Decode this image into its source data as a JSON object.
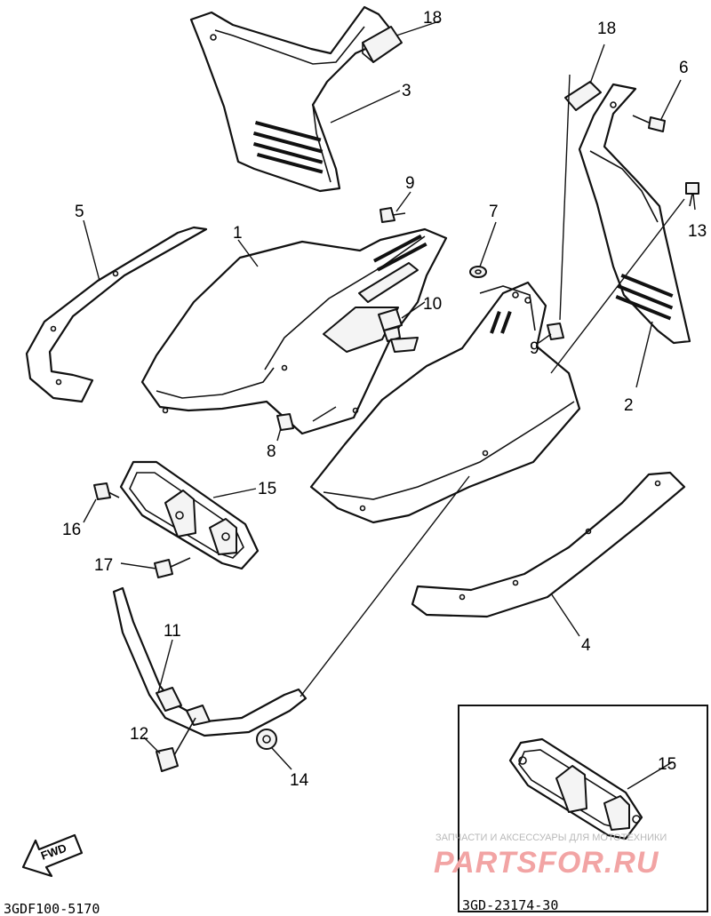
{
  "callouts": {
    "c1": "1",
    "c2": "2",
    "c3": "3",
    "c4": "4",
    "c5": "5",
    "c6": "6",
    "c7": "7",
    "c8": "8",
    "c9a": "9",
    "c9b": "9",
    "c10": "10",
    "c11": "11",
    "c12": "12",
    "c13": "13",
    "c14": "14",
    "c15a": "15",
    "c15b": "15",
    "c16": "16",
    "c17": "17",
    "c18a": "18",
    "c18b": "18"
  },
  "codes": {
    "diagram_code": "3GDF100-5170",
    "inset_code": "3GD-23174-30"
  },
  "fwd_label": "FWD",
  "watermark": {
    "line1": "ЗАПЧАСТИ И АКСЕССУАРЫ ДЛЯ МОТОТЕХНИКИ",
    "line2": "PARTSFOR.RU"
  }
}
